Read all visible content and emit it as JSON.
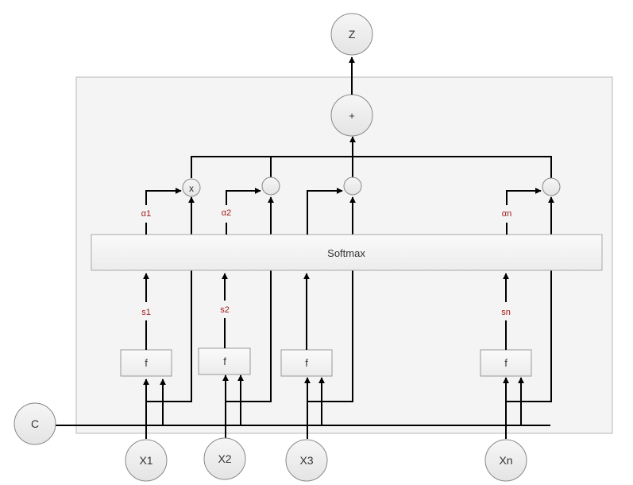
{
  "diagram": {
    "output_node": "Z",
    "sum_node": "+",
    "softmax_label": "Softmax",
    "context_node": "C",
    "score_function_label": "f",
    "first_multiplier_label": "x",
    "inputs": [
      "X1",
      "X2",
      "X3",
      "Xn"
    ],
    "scores": [
      "s1",
      "s2",
      "",
      "sn"
    ],
    "weights": [
      "α1",
      "α2",
      "",
      "αn"
    ],
    "colors": {
      "node_fill": "#e8e8e8",
      "panel_fill": "#f4f4f4",
      "variable_text": "#a31b1b",
      "wire": "#000000"
    }
  }
}
